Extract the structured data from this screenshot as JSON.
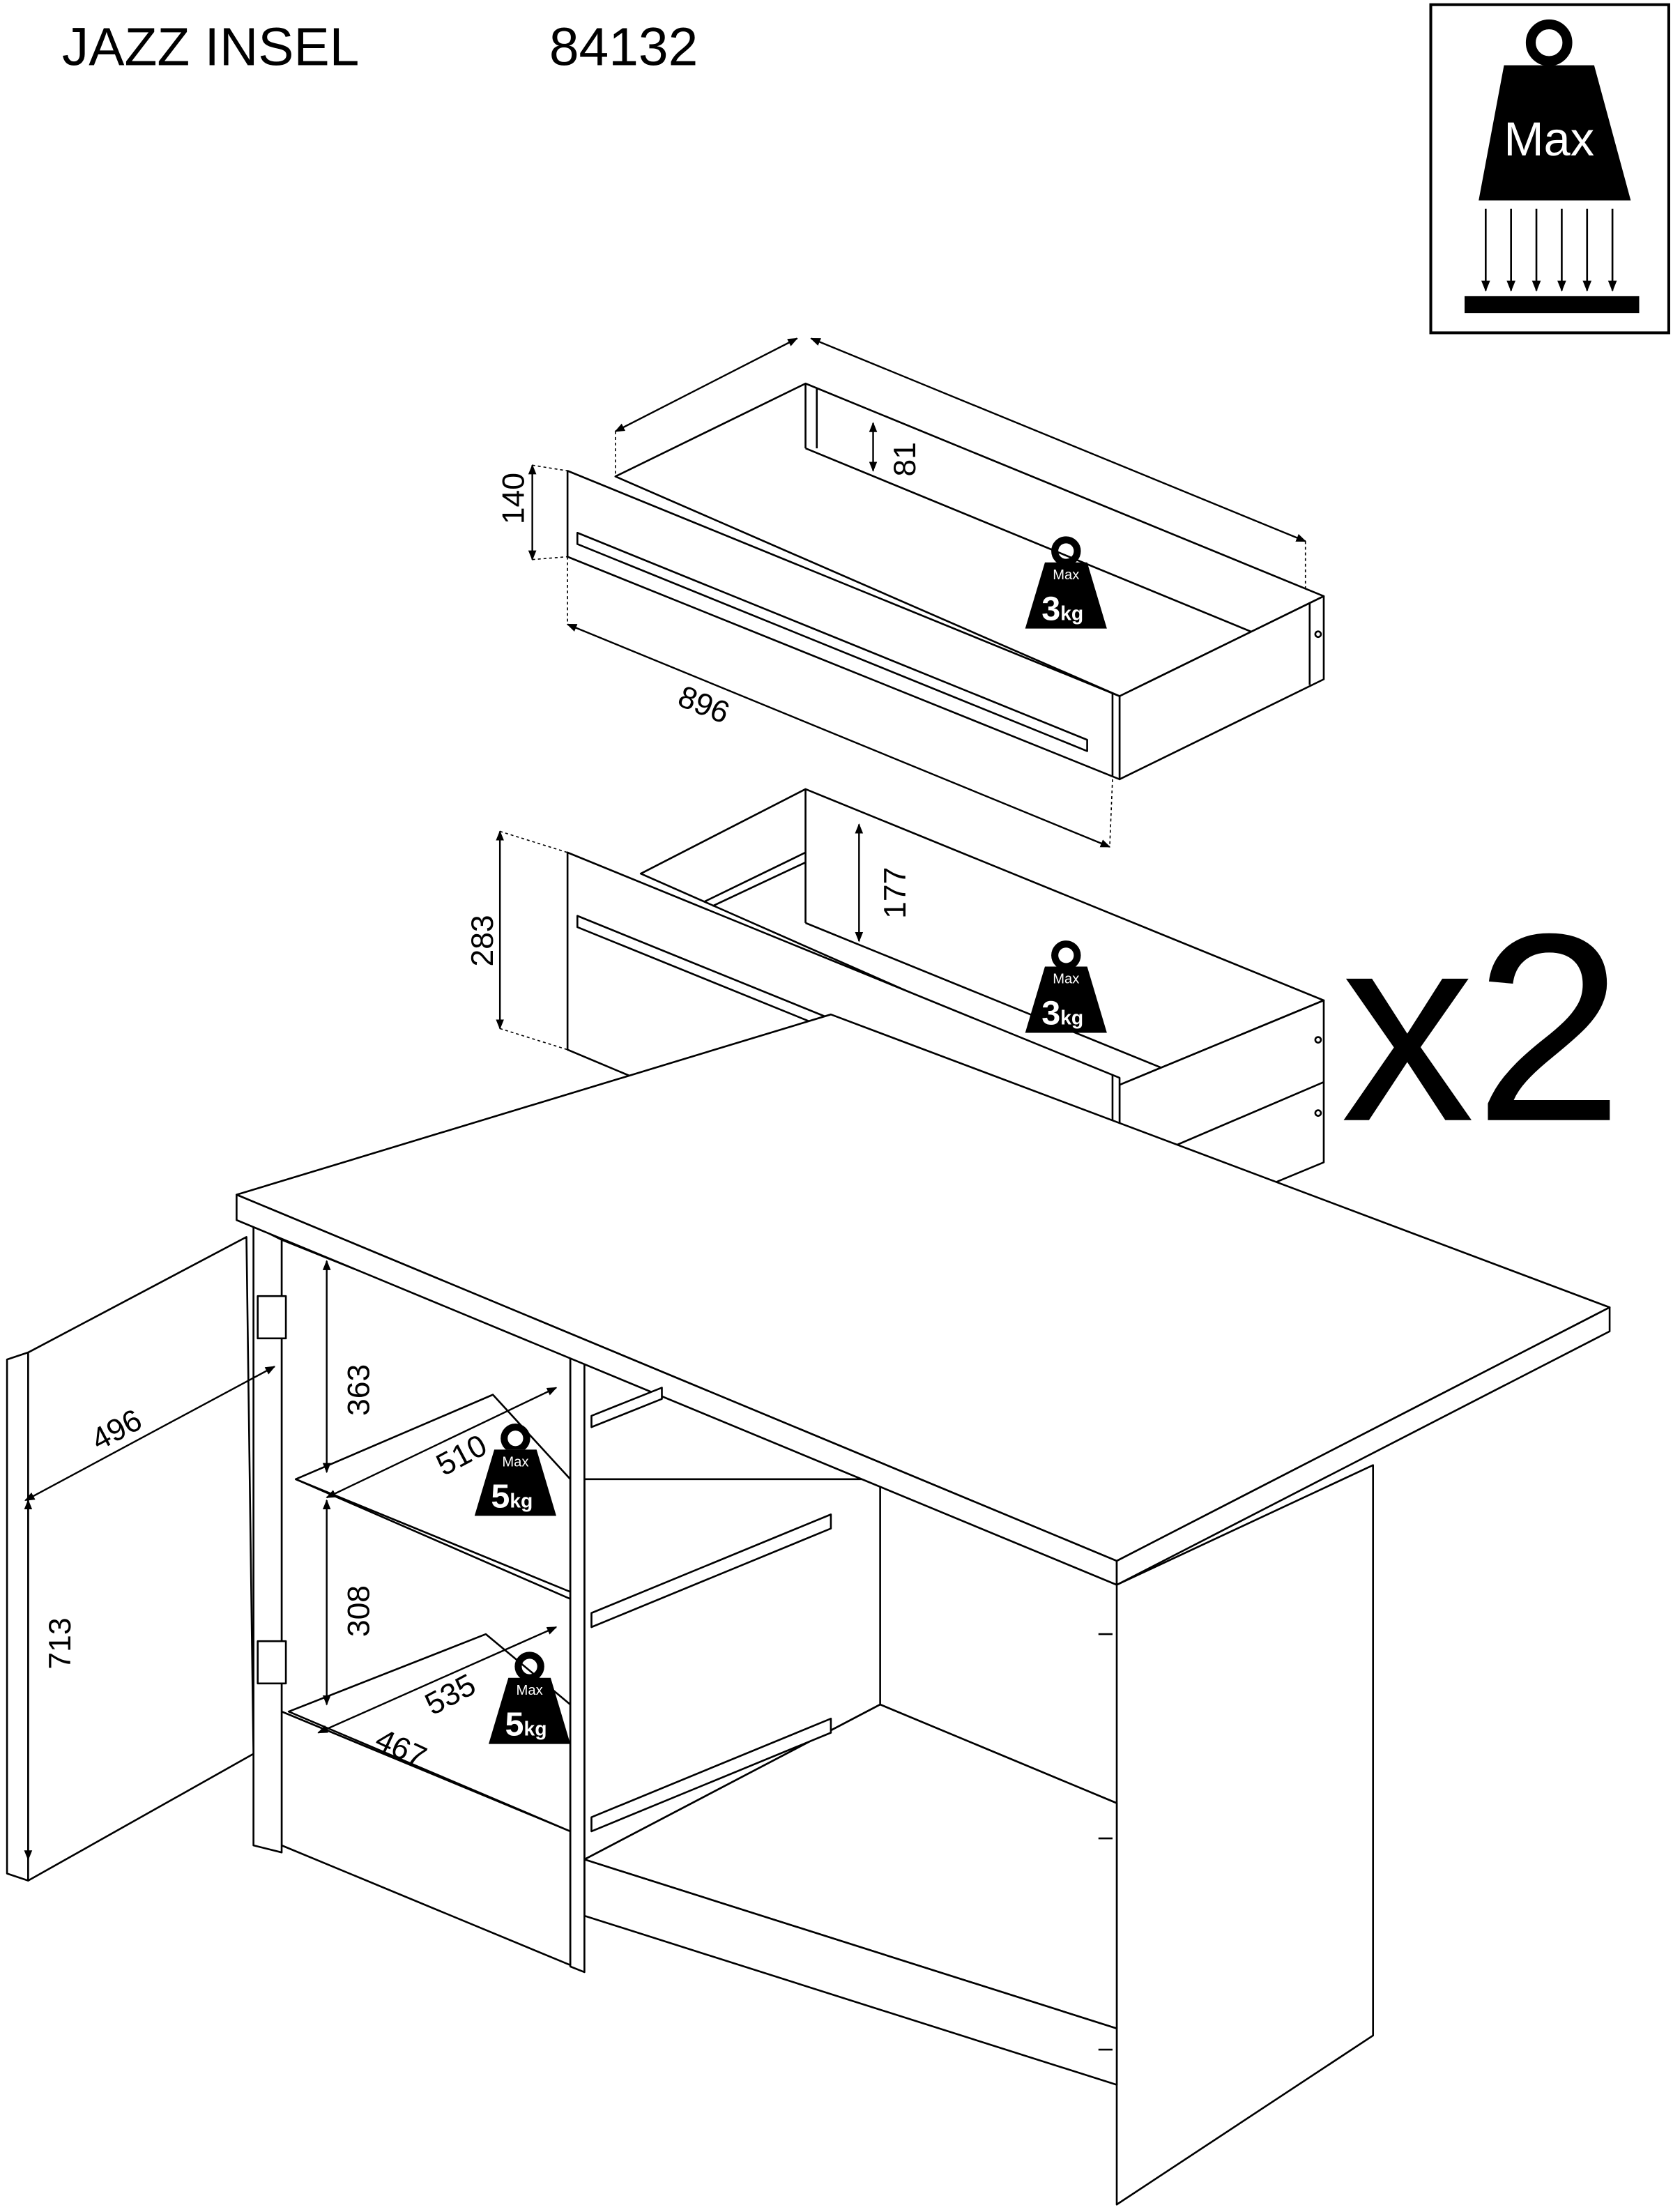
{
  "header": {
    "title": "JAZZ INSEL",
    "product_number": "84132"
  },
  "max_load_symbol": {
    "label": "Max"
  },
  "drawer_top": {
    "width": "896",
    "front_height": "140",
    "inner_height": "81",
    "max_label": "Max",
    "load_value": "3",
    "load_unit": "kg"
  },
  "drawer_large": {
    "front_height": "283",
    "inner_height": "177",
    "max_label": "Max",
    "load_value": "3",
    "load_unit": "kg",
    "quantity": "x2"
  },
  "cabinet": {
    "door_width": "496",
    "door_height": "713",
    "upper_clearance": "363",
    "lower_clearance": "308",
    "shelf_upper_width": "510",
    "shelf_lower_width": "535",
    "shelf_lower_depth": "467",
    "shelf_upper_load": {
      "max_label": "Max",
      "value": "5",
      "unit": "kg"
    },
    "shelf_lower_load": {
      "max_label": "Max",
      "value": "5",
      "unit": "kg"
    }
  }
}
